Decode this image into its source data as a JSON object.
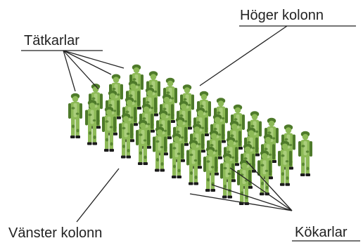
{
  "labels": {
    "front_men": "Tätkarlar",
    "right_column": "Höger kolonn",
    "left_column": "Vänster kolonn",
    "rear_men": "Kökarlar"
  },
  "soldiers": {
    "rows": 4,
    "columns": 11
  },
  "colors": {
    "uniform": "#8DBA57",
    "uniform_dark": "#4E7A2A",
    "uniform_light": "#B7D78A",
    "boots": "#1b1b1b",
    "leader_lines": "#222222"
  }
}
